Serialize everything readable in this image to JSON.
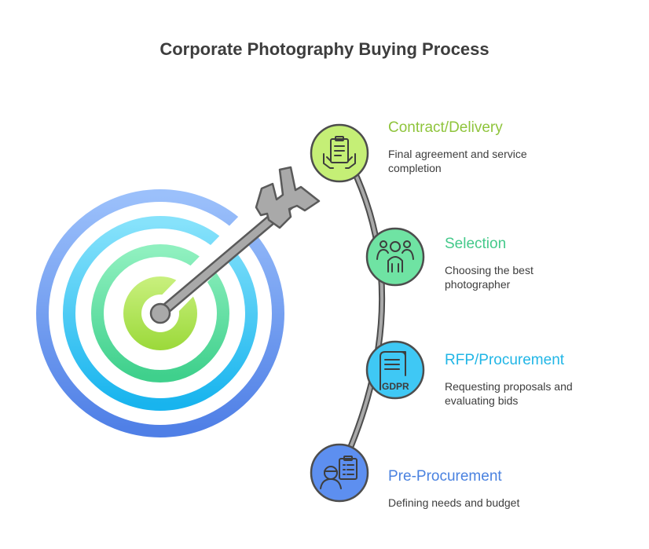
{
  "title": "Corporate Photography Buying Process",
  "stages": [
    {
      "title": "Contract/Delivery",
      "description": "Final agreement and service completion",
      "color": "#8fc43c",
      "fill": "#c5ef76",
      "icon": "clipboard-in-hands-icon"
    },
    {
      "title": "Selection",
      "description": "Choosing the best photographer",
      "color": "#44c98a",
      "fill": "#6fe3a3",
      "icon": "people-group-icon"
    },
    {
      "title": "RFP/Procurement",
      "description": "Requesting proposals and evaluating bids",
      "color": "#21b6e6",
      "fill": "#3fc8f5",
      "icon": "gdpr-document-icon"
    },
    {
      "title": "Pre-Procurement",
      "description": "Defining needs and budget",
      "color": "#4a82e0",
      "fill": "#5d8ff0",
      "icon": "planner-checklist-icon"
    }
  ],
  "target_colors": [
    "#5b8ef0",
    "#44c6f6",
    "#55dd9c",
    "#a8e04e"
  ]
}
